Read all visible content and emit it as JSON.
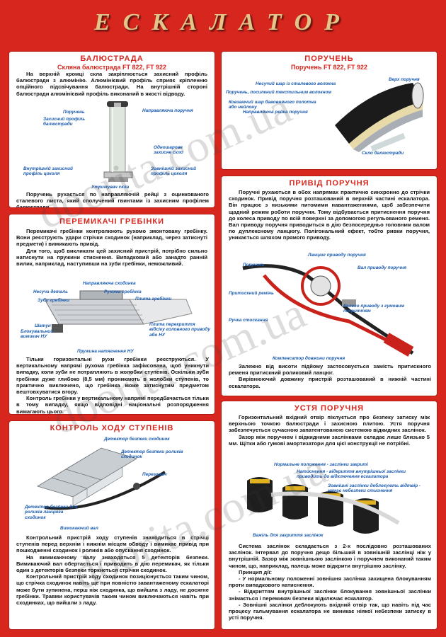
{
  "header": {
    "title": "ЕСКАЛАТОР"
  },
  "balustrade": {
    "title": "БАЛЮСТРАДА",
    "subtitle": "Скляна балюстрада FT 822, FT 922",
    "intro": "На верхній кромці скла закріплюється захисний профіль балюстради з алюмінію. Алюмінієвий профіль сприяє кріпленню опційного підсвічування балюстради. На внутрішній стороні балюстради алюмінієвий профіль виконаний в якості відводу.",
    "labels": [
      "Поручень",
      "Захисний профіль балюстради",
      "Направляюча поручня",
      "Одношарове захисне скло",
      "Внутрішній захисний профіль цоколя",
      "Зовнішній захисний профіль цоколя",
      "Утримувач скла"
    ],
    "outro": "Поручень рухається по направляючій рейці з оцинкованого сталевого листа, який сполучений гвинтами із захисним профілем балюстради."
  },
  "comb": {
    "title": "ПЕРЕМИКАЧІ ГРЕБІНКИ",
    "p1": "Перемикачі гребінки контролюють рухомо змонтовану гребінку. Вони реєструють удари стрічки сходинок (наприклад, через затиснуті предмети) і вимикають привід.",
    "p2": "Для того, щоб викликати цей захисний пристрій, потрібно сильно натиснути на пружини стиснення. Випадковий або занадто ранній вилик, наприклад, наступивши на зуби гребінки, неможливий.",
    "labels": [
      "Направляюча сходинка",
      "Несуча деталь",
      "Рухома гребінка",
      "Зуби гребінки",
      "Плита гребінки",
      "Шатун",
      "Блокувальний вимикач НУ",
      "Плита перекриття відсіку головного приводу або НУ",
      "Пружина натягнення НУ"
    ],
    "p3": "Тільки горизонтальні рухи гребінки реєструються. У вертикальному напрямі рухома гребінка зафіксована, щоб уникнути випадку, коли зуби не потрапляють в жолобки ступенів. Оскільки зуби гребінки дуже глибоко (8,5 мм) проникають в жолобки ступенів, то практично виключено, що гребінка може затиснутим предметом вештовхуватися вгору.",
    "p4": "Контроль гребінки у вертикальному напрямі передбачається тільки в тому випадку, якщо відповідні національні розпорядження вимагають цього."
  },
  "steps": {
    "title": "КОНТРОЛЬ ХОДУ СТУПЕНІВ",
    "labels": [
      "Детектор безпеки сходинок",
      "Детектор безпеки роликів сходинок",
      "Перемикач",
      "Детектор безпеки для роликів ланцюга сходинок",
      "Вимикаючий вал"
    ],
    "p1": "Контрольний пристрій ходу ступенів знаходиться в стрічці ступенів перед верхнім і нижнім місцем обводу і вимикає привід при пошкодженні сходинок і роликів або опускання сходинок.",
    "p2": "На вимикаючому валу знаходяться 5 детекторів безпеки. Вимикаючий вал обертається і приводить в дію перемикач, як тільки один з детекторів безпеки торкнеться стрічки сходинок.",
    "p3": "Контрольний пристрій ходу сходинок позиціонується таким чином, що стрічка сходинок навіть ще при повністю завантаженому ескалаторі може бути зупинена, перш ніж сходинка, що вийшла з ладу, не досягне гребінки. Травми користувачів таким чином виключаються навіть при сходинках, що вийшли з ладу."
  },
  "handrail": {
    "title": "ПОРУЧЕНЬ",
    "subtitle": "Поручень FT 822, FT 922",
    "labels": [
      "Несучий шар із сталевого волокна",
      "Верх поручня",
      "Поручень, посилений текстильним волокном",
      "Ковзаючий шар бавовняного полотна або нейлону",
      "Направляюча рейка поручня",
      "Скло балюстради"
    ]
  },
  "drive": {
    "title": "ПРИВІД ПОРУЧНЯ",
    "p1": "Поручні рухаються в обох напрямах практично синхронно до стрічки сходинок. Привід поручня розташований в верхній частині ескалатора. Він працює з низькими питомими навантаженнями, щоб забезпечити щадний режим роботи поручня. Тому відбувається притиснення поручня до колеса приводу по всій поверхні за допомогою регульованого ременя. Вал приводу поручня приводиться в дію безпосередньо головним валом по дуплексному ланцюгу. Полігональний ефект, тобто ривки поручня, уникається шляхом прямого приводу.",
    "labels": [
      "Ланцюг приводу поручня",
      "Поручень",
      "Вал приводу поручня",
      "Притискний ремінь",
      "Колесо приводу з гумовим покриттям",
      "Ручка стискання",
      "Компенсатор довжини поручня"
    ],
    "p2": "Залежно від висоти підйому застосовується замість притискного ременя притискний роликовий ланцюг.",
    "p3": "Вирівнюючий довжину пристрій розташований в нижній частині ескалатора."
  },
  "mouth": {
    "title": "УСТЯ ПОРУЧНЯ",
    "p1": "Горизонтальний вхідний отвір піклується про безпеку затиску між верхньою точкою балюстради і захисною плитою. Устя поручня забезпечується сучасною запатентованою системою відкидних заслінок.",
    "p2": "Зазор між поручнем і відкидними заслінками складає лише близько 5 мм. Щітки або гумові амортизатори для цієї конструкції не потрібні.",
    "labels": [
      "Нормальне положення - заслінки закриті",
      "Натиснення - відкриття внутрішньої заслінки приводить до відключення ескалатора",
      "Зовнішні заслінки деблокують відтвір - немає небезпеки стиснення",
      "Важіль для закриття заслінок"
    ],
    "p3": "Система заслінок складається з 2-х послідовно розташованих заслінок. Інтервал до поручня дещо більший в зовнішній заслінці ніж у внутрішній. Зазор між зовнішньою заслінкою і поручнем виконаний таким чином, що, наприклад, палець може відкрити внутрішню заслінку.",
    "p4": "Принцип дії:",
    "p5": "- У нормальному положенні зовнішня заслінка захищена блокуванням проти випадкового натиснення.",
    "p6": "- Відкриттям внутрішньої заслінки блокування зовнішньої заслінки знімається і перемикач безпеки відключає ескалатор.",
    "p7": "- Зовнішні заслінки деблокують вхідний отвір так, що навіть під час процесу гальмування ескалатора не виникає ніякої небезпеки затиску в усті поручня."
  },
  "watermarks": [
    "doorita.com.ua",
    "doorita.com.ua",
    "doorita.com.ua"
  ]
}
